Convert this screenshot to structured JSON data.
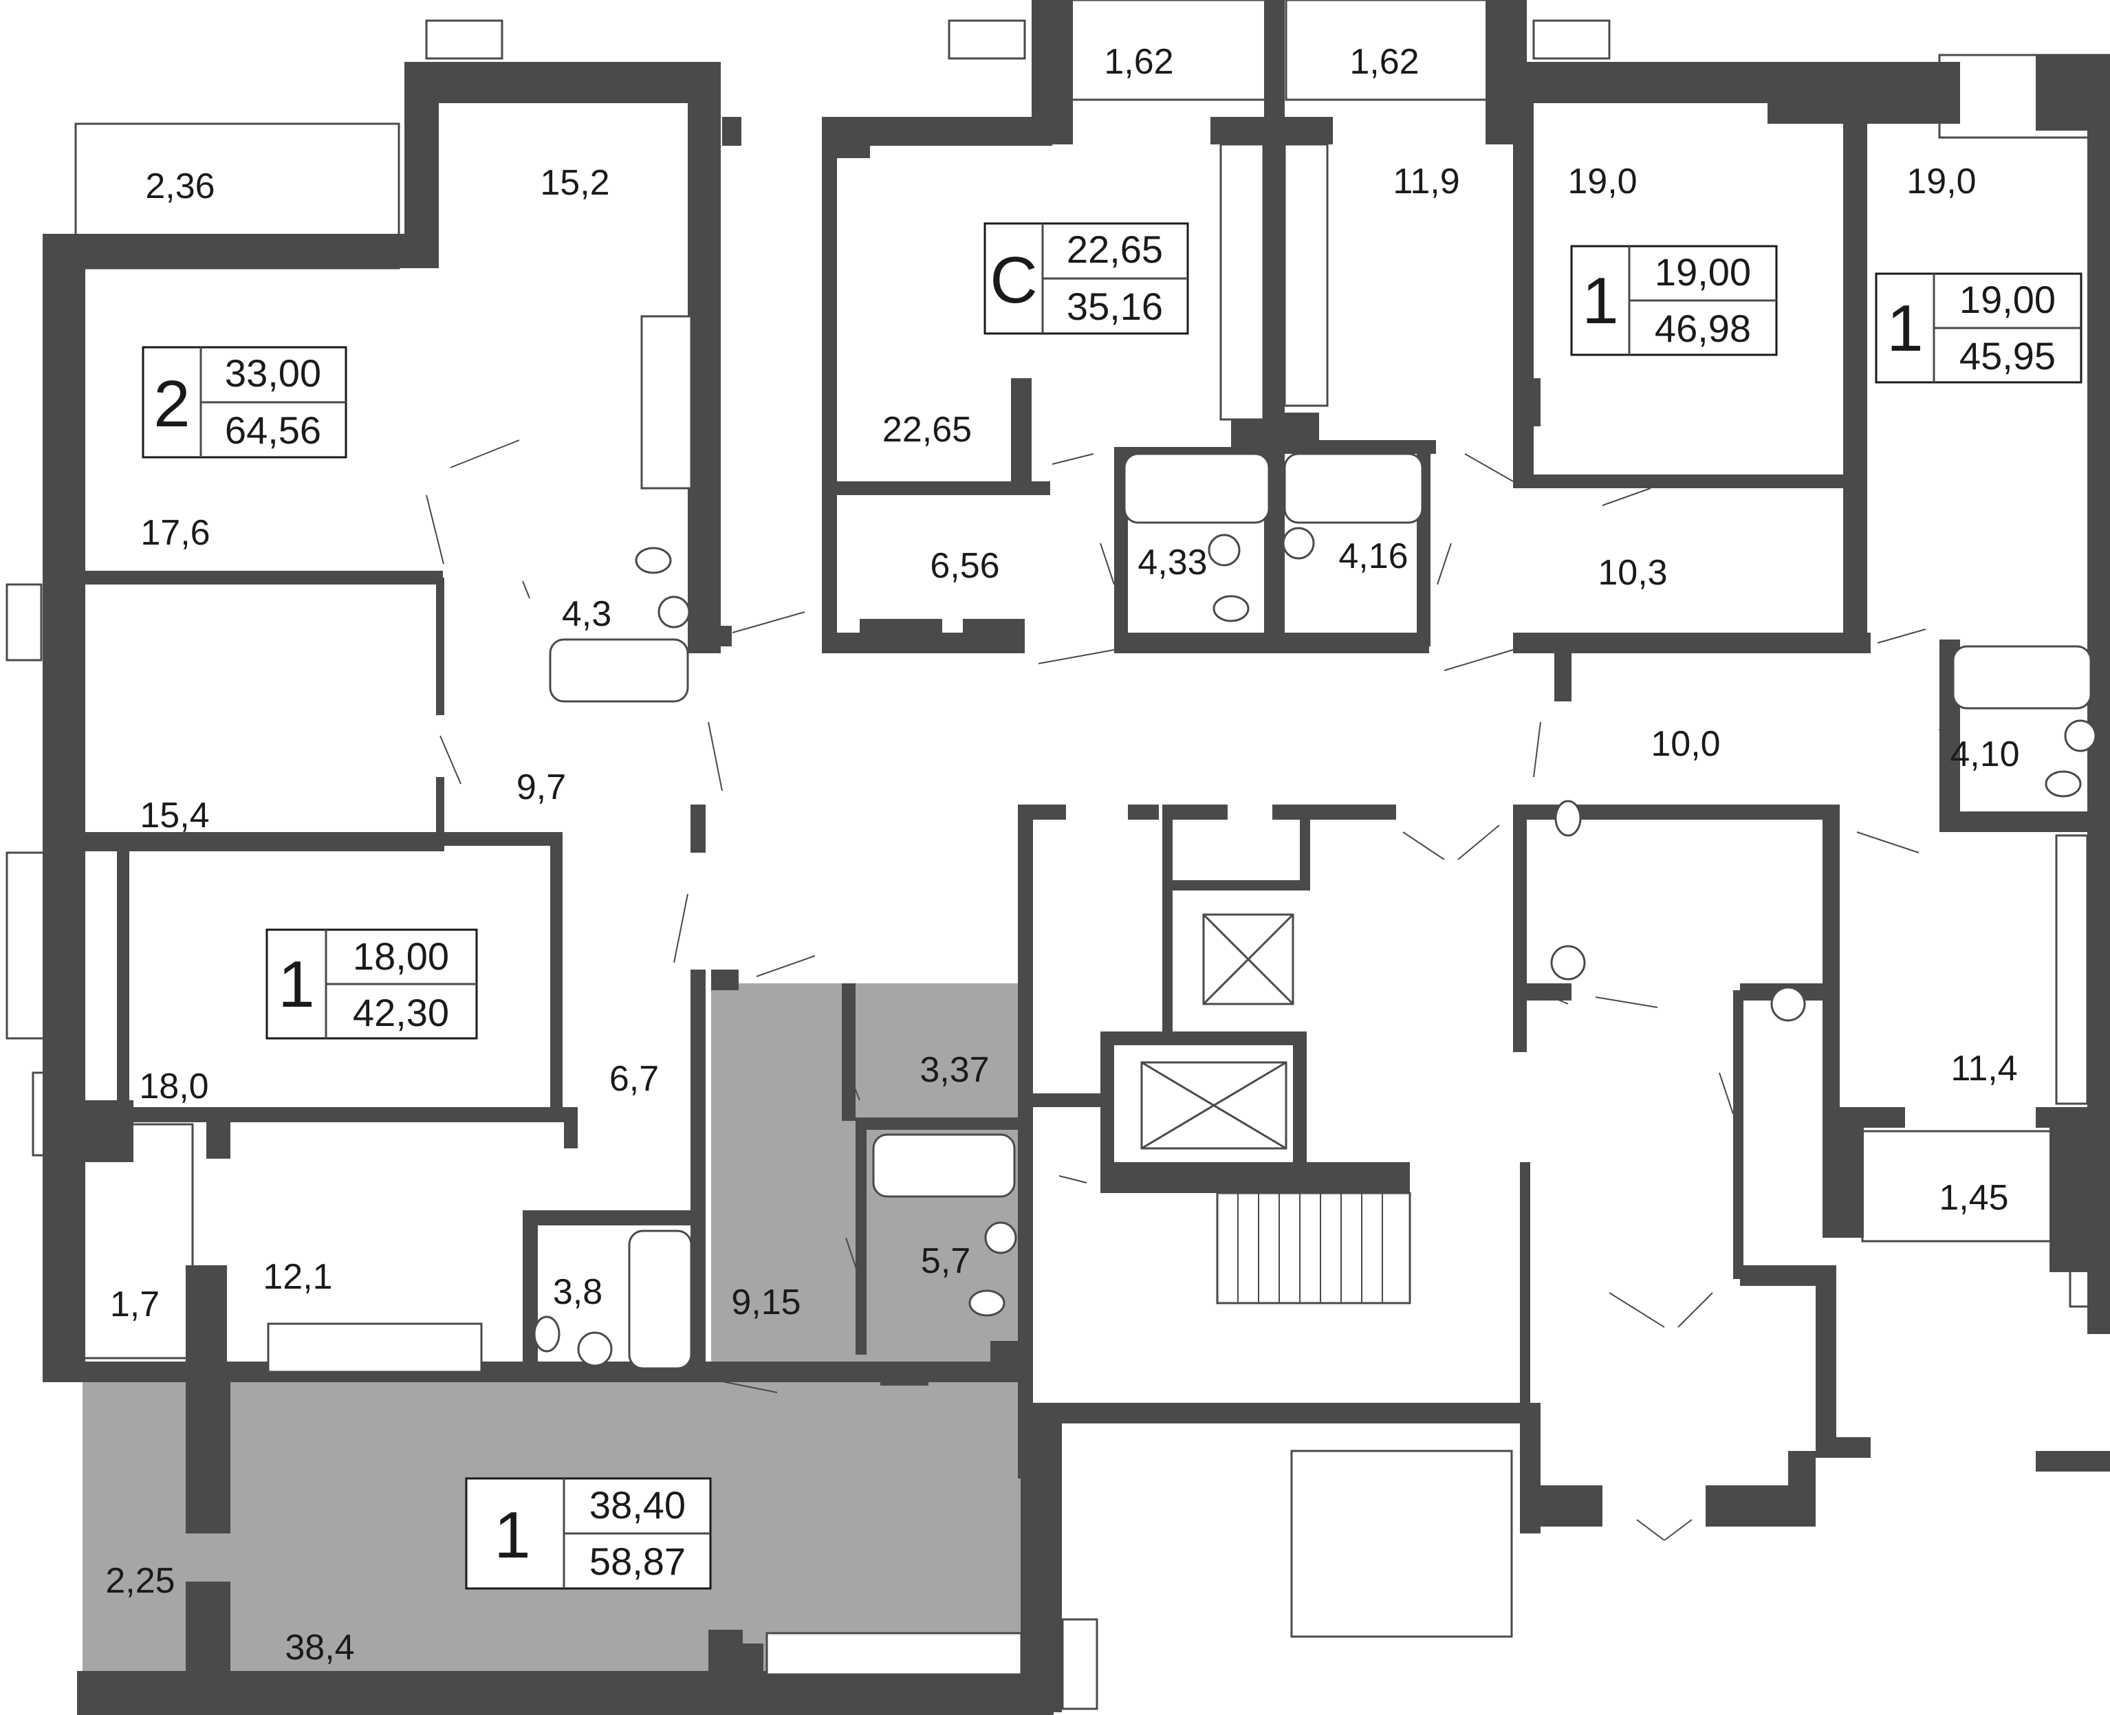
{
  "colors": {
    "wall": "#4a4a4a",
    "highlight": "#a6a6a6",
    "background": "#ffffff",
    "text": "#1a1a1a"
  },
  "apartments": [
    {
      "id": "apt-2-room",
      "kind": "2",
      "living": "33,00",
      "total": "64,56"
    },
    {
      "id": "apt-studio",
      "kind": "С",
      "living": "22,65",
      "total": "35,16"
    },
    {
      "id": "apt-1-room-a",
      "kind": "1",
      "living": "19,00",
      "total": "46,98"
    },
    {
      "id": "apt-1-room-b",
      "kind": "1",
      "living": "19,00",
      "total": "45,95"
    },
    {
      "id": "apt-1-room-c",
      "kind": "1",
      "living": "18,00",
      "total": "42,30"
    },
    {
      "id": "apt-1-room-selected",
      "kind": "1",
      "living": "38,40",
      "total": "58,87"
    }
  ],
  "room_areas": [
    "2,36",
    "15,2",
    "17,6",
    "15,4",
    "9,7",
    "4,3",
    "1,62",
    "1,62",
    "22,65",
    "6,56",
    "4,33",
    "4,16",
    "11,9",
    "19,0",
    "10,3",
    "19,0",
    "10,0",
    "4,10",
    "11,4",
    "1,45",
    "18,0",
    "6,7",
    "1,7",
    "12,1",
    "3,8",
    "9,15",
    "3,37",
    "5,7",
    "2,25",
    "38,4"
  ]
}
